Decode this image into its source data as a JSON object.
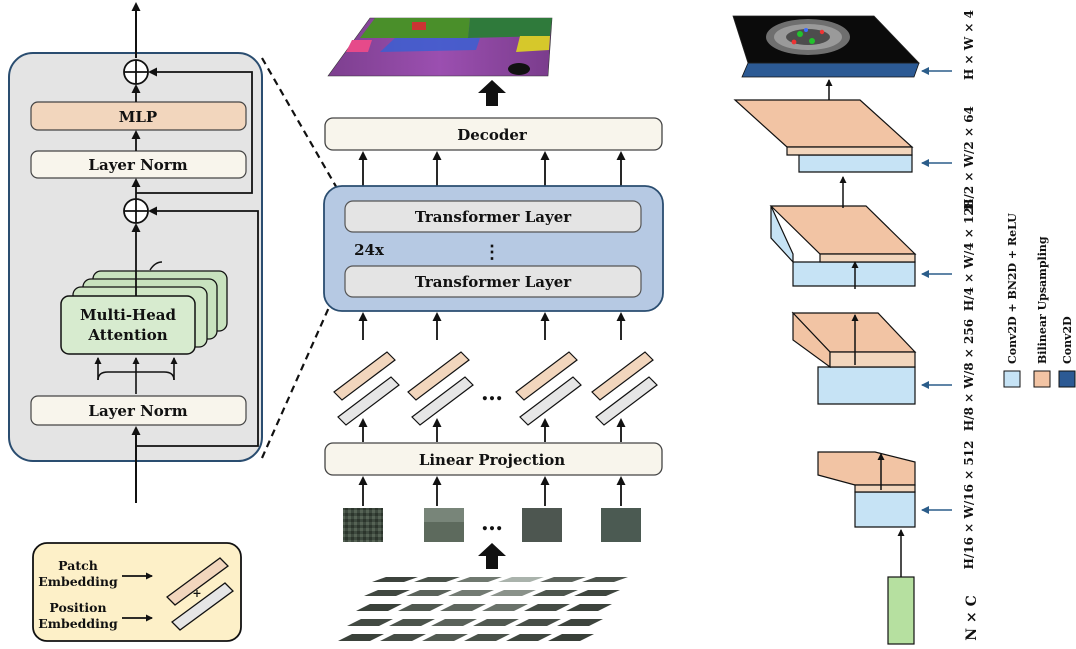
{
  "encoder_block": {
    "mlp": "MLP",
    "layer_norm_top": "Layer Norm",
    "mha_line1": "Multi-Head",
    "mha_line2": "Attention",
    "layer_norm_bottom": "Layer Norm"
  },
  "legend": {
    "patch_line1": "Patch",
    "patch_line2": "Embedding",
    "position_line1": "Position",
    "position_line2": "Embedding",
    "plus": "+"
  },
  "pipeline": {
    "decoder": "Decoder",
    "transformer_layer_top": "Transformer Layer",
    "repeat": "24x",
    "vertical_dots": "⋮",
    "transformer_layer_bottom": "Transformer Layer",
    "linear_projection": "Linear Projection",
    "ellipsis": "…"
  },
  "decoder_detail": {
    "out_label": "H × W × 4",
    "level1": "H/2 × W/2 × 64",
    "level2": "H/4 × W/4 × 128",
    "level3": "H/8 × W/8 × 256",
    "level4": "H/16 × W/16 × 512",
    "input_label": "N × C",
    "legend_conv_bn": "Conv2D + BN2D + ReLU",
    "legend_bilinear": "Bilinear Upsampling",
    "legend_conv2d": "Conv2D"
  },
  "colors": {
    "mlp_fill": "#f2d6bd",
    "norm_fill": "#f8f5ec",
    "mha_fill": "#d7ebcf",
    "transformer_container": "#b6c9e3",
    "transformer_layer_fill": "#e4e4e4",
    "legend_fill": "#fdf0c8",
    "bn_relu": "#c6e3f5",
    "bilinear": "#f2c4a4",
    "conv2d": "#2c5a94",
    "input_block": "#b6e0a0",
    "encoder_bg": "#e4e4e4",
    "encoder_border": "#2a4d70"
  }
}
